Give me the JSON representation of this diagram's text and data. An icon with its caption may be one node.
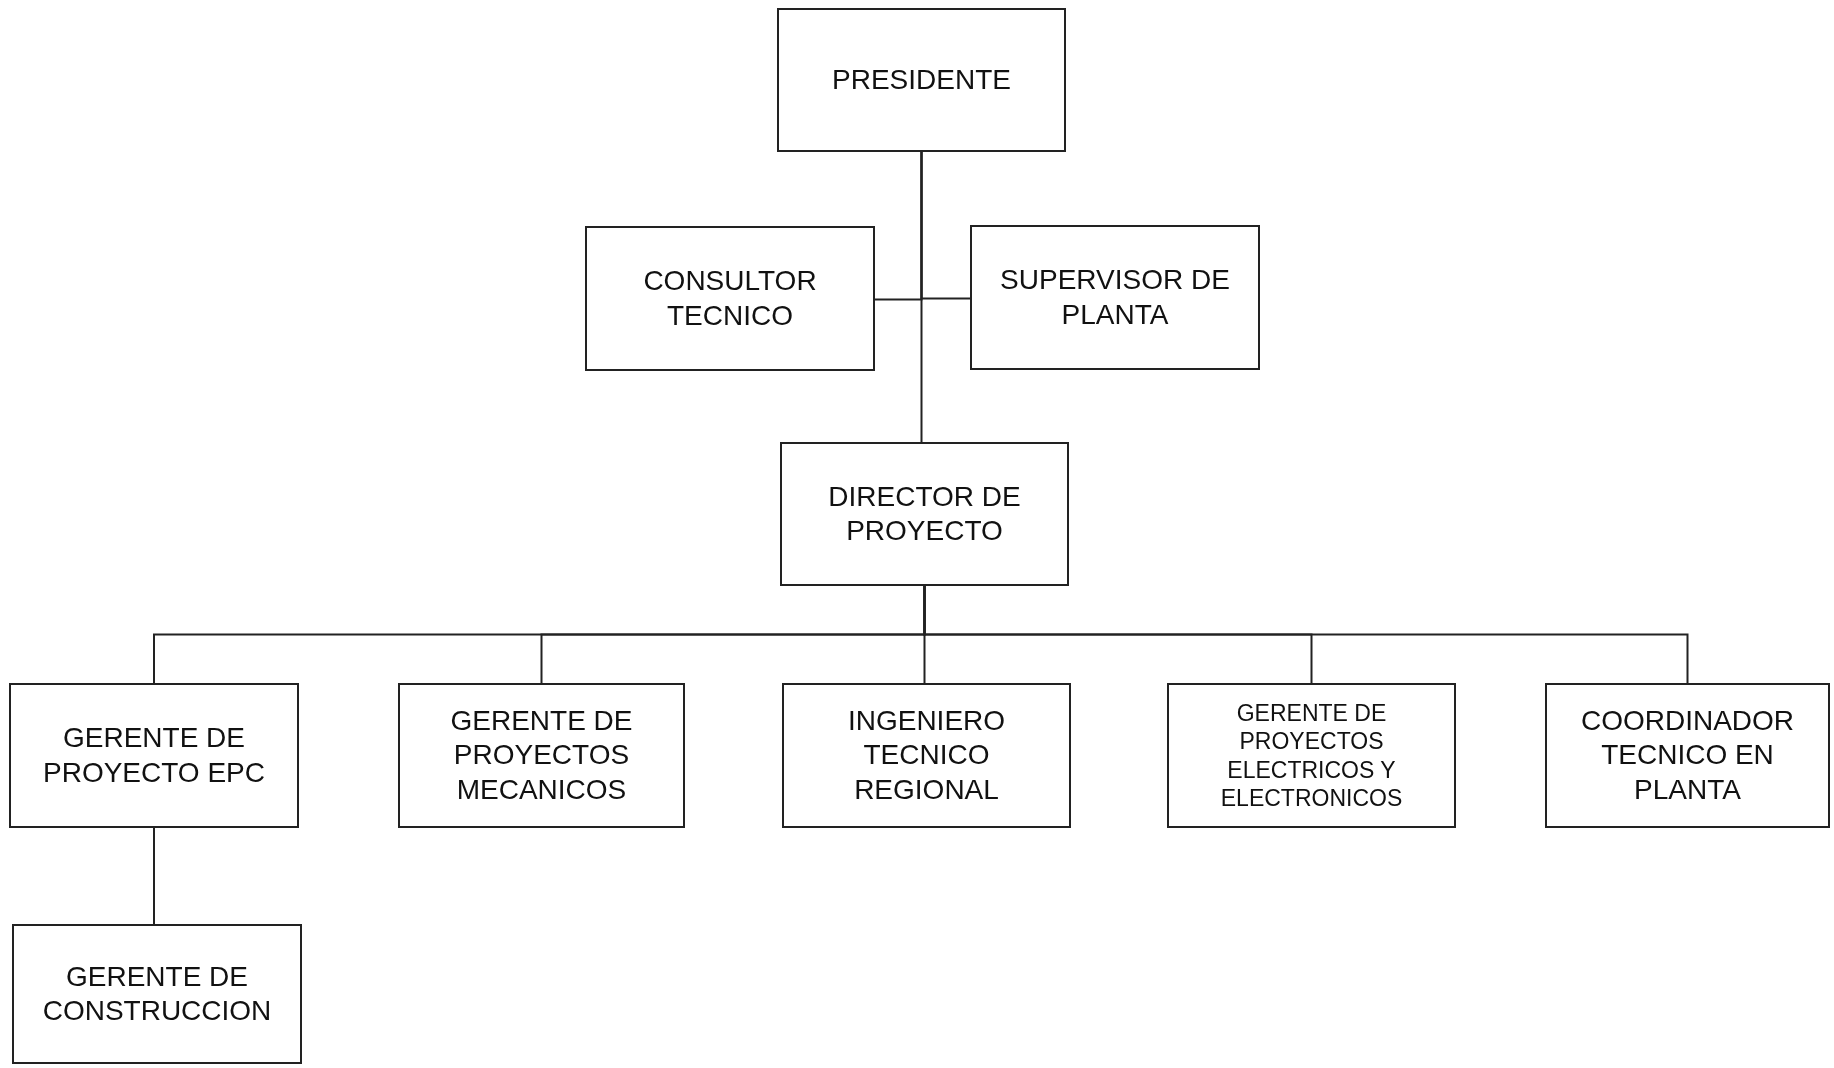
{
  "diagram": {
    "nodes": [
      {
        "text": [
          "PRESIDENTE"
        ]
      },
      {
        "text": [
          "CONSULTOR TECNICO"
        ]
      },
      {
        "text": [
          "SUPERVISOR DE PLANTA"
        ]
      },
      {
        "text": [
          "DIRECTOR DE PROYECTO"
        ]
      },
      {
        "text": [
          "GERENTE DE PROYECTO EPC"
        ]
      },
      {
        "text": [
          "GERENTE DE PROYECTOS MECANICOS"
        ]
      },
      {
        "text": [
          "INGENIERO TECNICO REGIONAL"
        ]
      },
      {
        "text": [
          "GERENTE DE PROYECTOS ELECTRICOS Y ELECTRONICOS"
        ]
      },
      {
        "text": [
          "COORDINADOR TECNICO EN PLANTA"
        ]
      },
      {
        "text": [
          "GERENTE DE CONSTRUCCION"
        ]
      }
    ],
    "edges": [
      {
        "from": 0,
        "to": 1,
        "arrow": "none"
      },
      {
        "from": 0,
        "to": 2,
        "arrow": "none"
      },
      {
        "from": 0,
        "to": 3,
        "arrow": "none"
      },
      {
        "from": 3,
        "to": 4,
        "arrow": "none"
      },
      {
        "from": 3,
        "to": 5,
        "arrow": "none"
      },
      {
        "from": 3,
        "to": 6,
        "arrow": "none"
      },
      {
        "from": 3,
        "to": 7,
        "arrow": "none"
      },
      {
        "from": 3,
        "to": 8,
        "arrow": "none"
      },
      {
        "from": 4,
        "to": 9,
        "arrow": "none"
      }
    ]
  }
}
